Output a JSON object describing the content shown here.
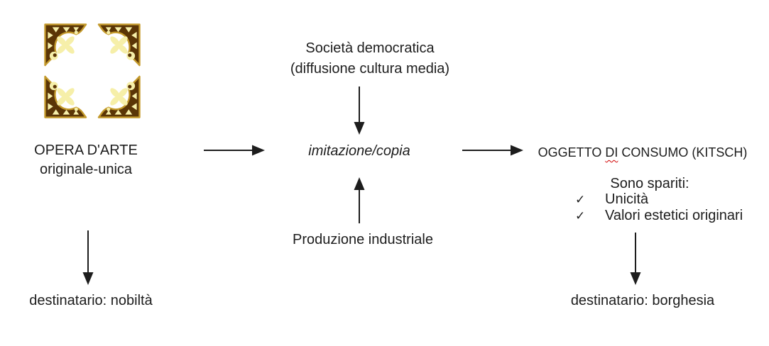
{
  "diagram": {
    "source": {
      "title": "OPERA D'ARTE",
      "subtitle": "originale-unica",
      "target_label": "destinatario: nobiltà"
    },
    "top_factor": {
      "line1": "Società democratica",
      "line2": "(diffusione cultura media)"
    },
    "center": {
      "label": "imitazione/copia"
    },
    "bottom_factor": {
      "label": "Produzione industriale"
    },
    "result": {
      "title_prefix": "OGGETTO",
      "title_misspelled": "DI",
      "title_suffix": "CONSUMO (KITSCH)",
      "lost_header": "Sono spariti:",
      "check_glyph": "✓",
      "lost_items": [
        "Unicità",
        "Valori estetici originari"
      ],
      "target_label": "destinatario: borghesia"
    },
    "colors": {
      "ink": "#1d1d1d",
      "spellcheck_red": "#d00000",
      "ornament_brown": "#5a3506",
      "ornament_gold": "#c49a2c",
      "ornament_pale": "#f6efa9"
    }
  }
}
